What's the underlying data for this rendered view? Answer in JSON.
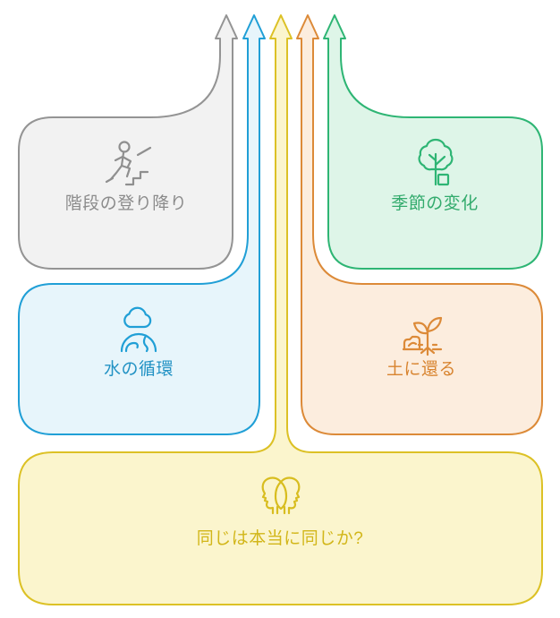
{
  "diagram": {
    "type": "flow-to-arrows",
    "background": "#ffffff",
    "arrow_order_left_to_right": [
      "gray",
      "blue",
      "yellow",
      "orange",
      "green"
    ],
    "nodes": [
      {
        "id": "stairs",
        "label": "階段の登り降り",
        "icon": "person-climbing-stairs-icon",
        "position": "top-left",
        "colors": {
          "stroke": "#949494",
          "fill": "#f2f2f2",
          "text": "#8b8b8b"
        }
      },
      {
        "id": "seasons",
        "label": "季節の変化",
        "icon": "tree-icon",
        "position": "top-right",
        "colors": {
          "stroke": "#2eb574",
          "fill": "#def5e8",
          "text": "#33ab6d"
        }
      },
      {
        "id": "water",
        "label": "水の循環",
        "icon": "cloud-over-earth-icon",
        "position": "middle-left",
        "colors": {
          "stroke": "#209fd6",
          "fill": "#e7f5fb",
          "text": "#2292c4"
        }
      },
      {
        "id": "soil",
        "label": "土に還る",
        "icon": "sprout-in-soil-icon",
        "position": "middle-right",
        "colors": {
          "stroke": "#dc8a38",
          "fill": "#fcedde",
          "text": "#d8842f"
        }
      },
      {
        "id": "same",
        "label": "同じは本当に同じか?",
        "icon": "two-heads-icon",
        "position": "bottom-center",
        "colors": {
          "stroke": "#dcc125",
          "fill": "#fbf5cd",
          "text": "#d2b619"
        }
      }
    ]
  }
}
